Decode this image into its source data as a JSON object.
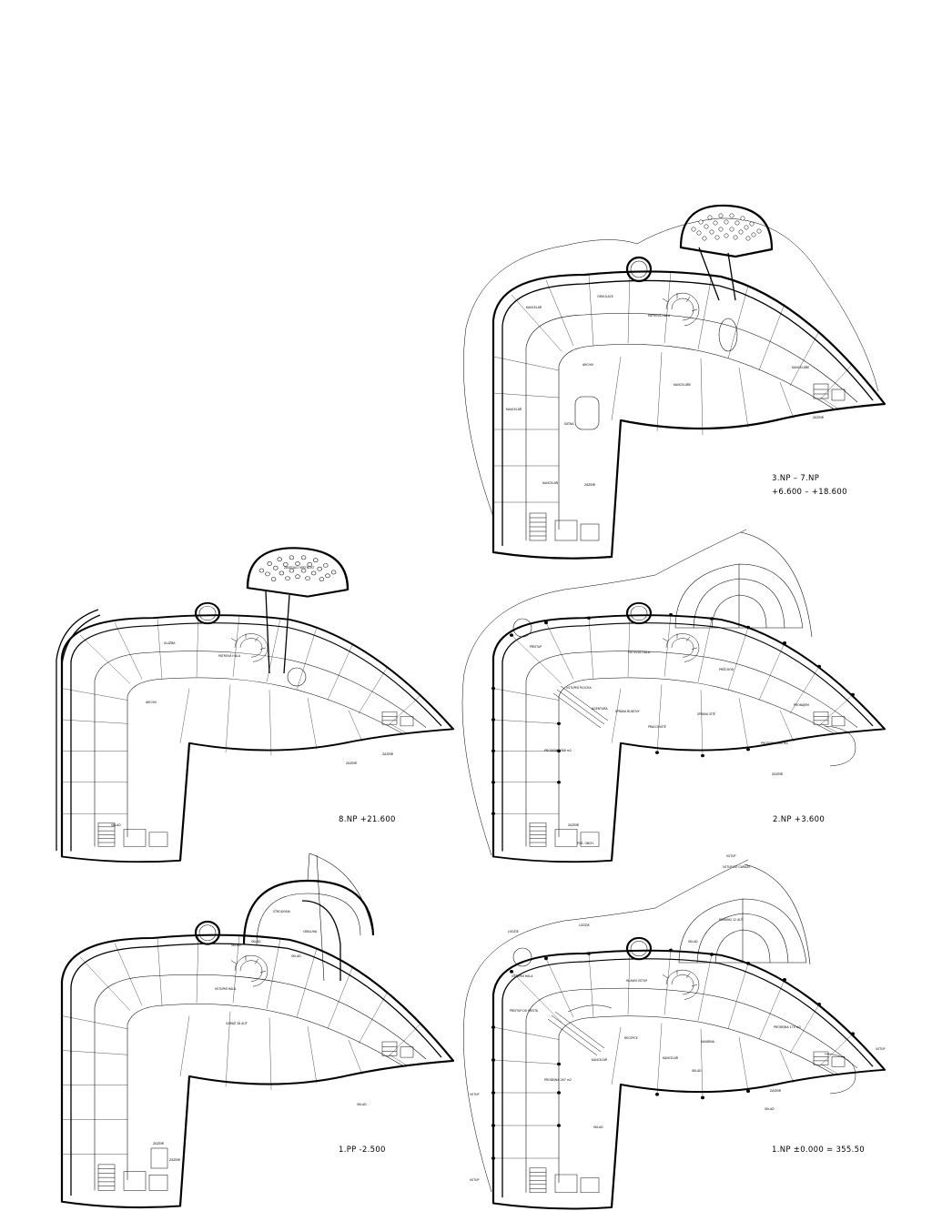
{
  "sheet": {
    "plans": [
      {
        "id": "floors-3-7",
        "caption_line1": "3.NP   –   7.NP",
        "caption_line2": "+6.600  –  +18.600",
        "rooms": [
          "KANCELÁŘ",
          "CIRKULACE",
          "PATROVÁ HALA",
          "ARCHIV",
          "KANCELÁŘE",
          "KANCELÁŘ",
          "KANCELÁŘE",
          "ZÁZEMÍ",
          "ŠATNA",
          "KANCELÁŘ",
          "ZÁZEMÍ"
        ]
      },
      {
        "id": "floor-8",
        "caption_line1": "8.NP   +21.600",
        "rooms": [
          "ZASEDACÍ MÍSTNOST",
          "SLUŽBA",
          "PATROVÁ HALA",
          "ARCHIV",
          "SKLAD",
          "ZÁZEMÍ",
          "ZÁZEMÍ"
        ]
      },
      {
        "id": "floor-2",
        "caption_line1": "2.NP   +3.600",
        "rooms": [
          "PŘÍSTUP",
          "PATROVÁ HALA",
          "VSTUPNÍ PLOCHA",
          "AGENTURA",
          "SPRÁVA BUDOVY",
          "PRACOVIŠTĚ",
          "SPRÁVA SÍTĚ",
          "PRŮCHOD",
          "PRONÁJEM",
          "PRODEJNA 388 m2",
          "PRODEJNA 164 m2",
          "ZÁZEMÍ",
          "ZÁZEMÍ",
          "POŠ. OBCH."
        ]
      },
      {
        "id": "basement-1",
        "caption_line1": "1.PP   -2.500",
        "rooms": [
          "STROJOVNA",
          "SKLAD",
          "SKLAD",
          "OBSLUHA",
          "SKLAD",
          "GARÁŽ 28 AUT",
          "VSTUPNÍ HALA",
          "SKLAD",
          "ZÁZEMÍ",
          "ZÁZEMÍ"
        ]
      },
      {
        "id": "floor-1",
        "caption_line1": "1.NP  ±0.000  =  355.50",
        "rooms": [
          "LODŽIE",
          "LODŽIE",
          "SKLAD",
          "VSTUPNÍ HALA",
          "HLAVNÍ VSTUP",
          "PŘÍSTUP DO MĚSTA",
          "PRODEJNA 267 m2",
          "KANCELÁŘ",
          "SKLAD",
          "RECEPCE",
          "KANCELÁŘ",
          "KAVÁRNA",
          "SKLAD",
          "PRODEJNA 170 m2",
          "ZÁZEMÍ",
          "SKLAD",
          "VSTUP DO GARÁŽE",
          "PARKING 12 AUT",
          "VSTUP",
          "VSTUP",
          "VSTUP",
          "VSTUP"
        ]
      }
    ]
  }
}
